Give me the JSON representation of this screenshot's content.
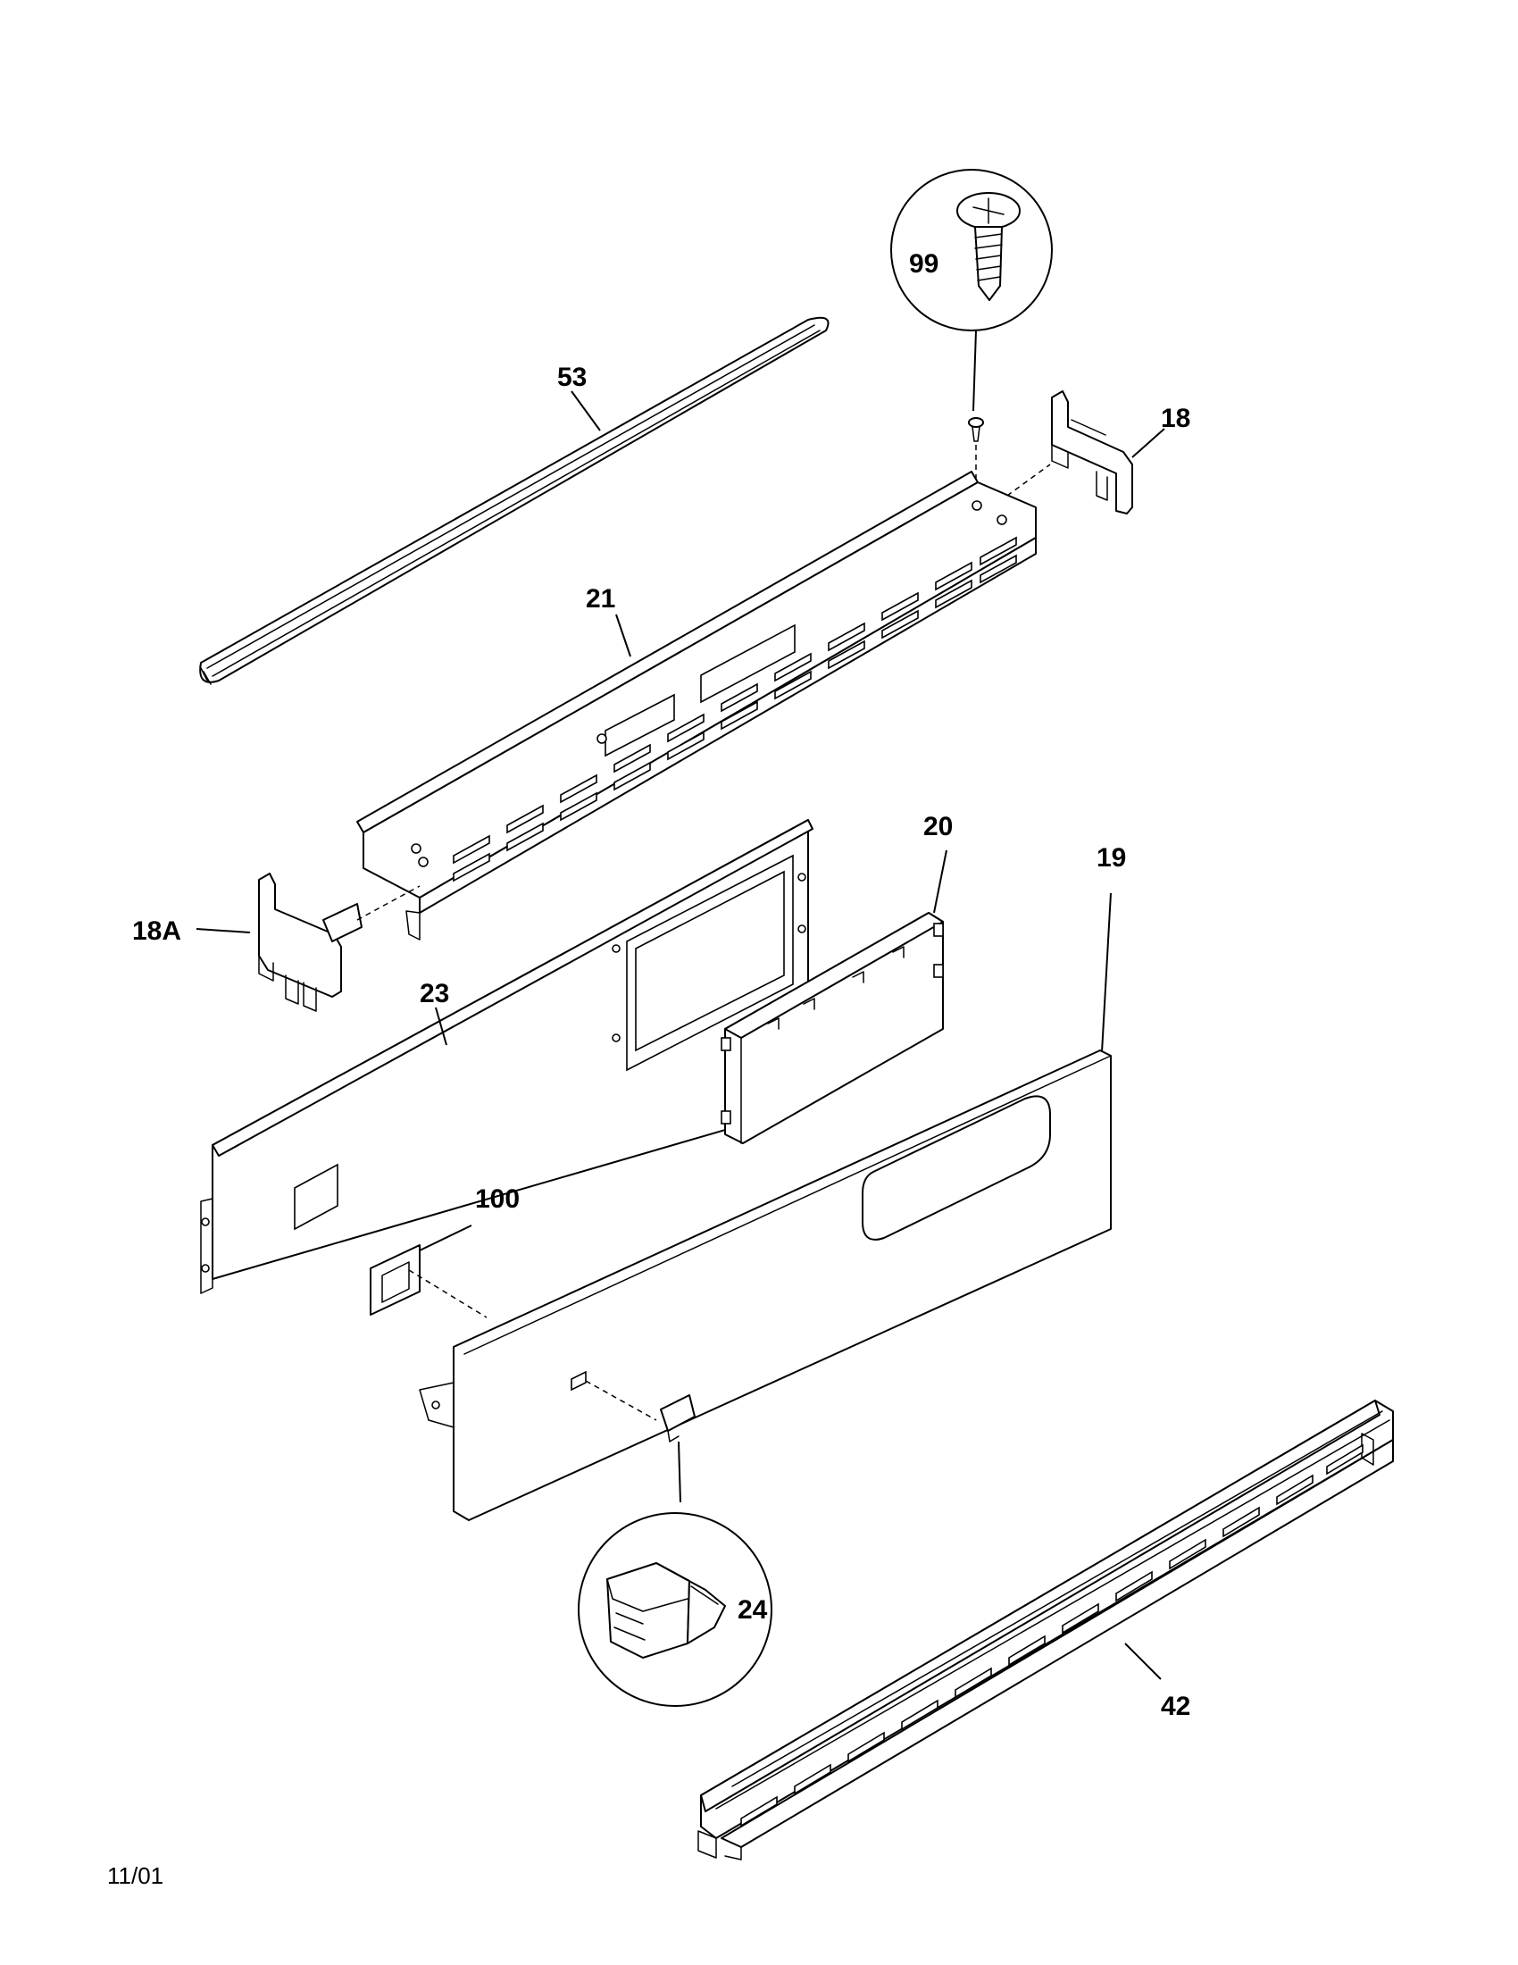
{
  "labels": {
    "p99": "99",
    "p53": "53",
    "p18": "18",
    "p21": "21",
    "p20": "20",
    "p19": "19",
    "p18a": "18A",
    "p23": "23",
    "p100": "100",
    "p24": "24",
    "p42": "42"
  },
  "footer": {
    "date": "11/01"
  }
}
